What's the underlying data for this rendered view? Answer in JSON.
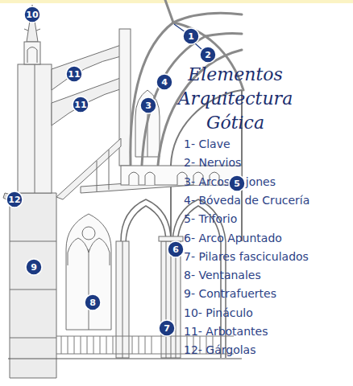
{
  "diagram": {
    "title": "Elementos Arquitectura Gótica",
    "nodes": [
      {
        "text": [
          "10"
        ]
      },
      {
        "text": [
          "1"
        ]
      },
      {
        "text": [
          "2"
        ]
      },
      {
        "text": [
          "11"
        ]
      },
      {
        "text": [
          "4"
        ]
      },
      {
        "text": [
          "3"
        ]
      },
      {
        "text": [
          "11"
        ]
      },
      {
        "text": [
          "5"
        ]
      },
      {
        "text": [
          "12"
        ]
      },
      {
        "text": [
          "6"
        ]
      },
      {
        "text": [
          "9"
        ]
      },
      {
        "text": [
          "8"
        ]
      },
      {
        "text": [
          "7"
        ]
      }
    ],
    "labels": [
      "1- Clave",
      "2- Nervios",
      "3- Arcos Fajones",
      "4- Bóveda de Crucería",
      "5- Triforio",
      "6- Arco Apuntado",
      "7- Pilares fasciculados",
      "8- Ventanales",
      "9- Contrafuertes",
      "10- Pináculo",
      "11- Arbotantes",
      "12- Gárgolas"
    ]
  }
}
